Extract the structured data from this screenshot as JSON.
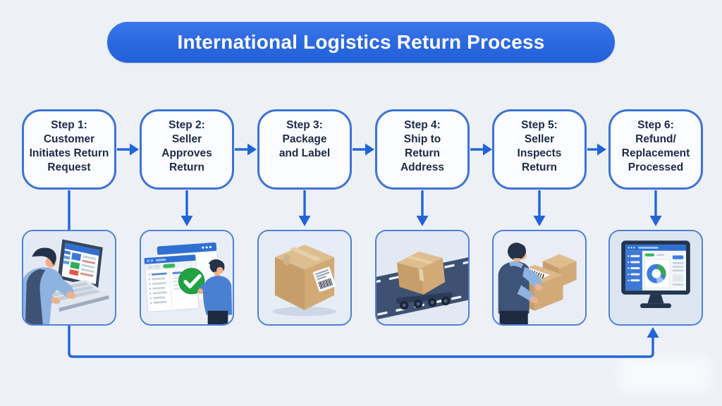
{
  "title": "International Logistics Return Process",
  "colors": {
    "accent_blue": "#2b68e0",
    "connector_blue": "#2264d9",
    "box_border_blue": "#3c73d6",
    "text_navy": "#1d2a47",
    "background": "#edf1f6",
    "success_green": "#21a342",
    "carton_tan": "#debd90"
  },
  "steps": [
    {
      "id": 1,
      "label": "Step 1:\nCustomer\nInitiates Return\nRequest",
      "illustration": "customer-initiates-return-illustration"
    },
    {
      "id": 2,
      "label": "Step 2:\nSeller\nApproves\nReturn",
      "illustration": "seller-approves-return-illustration"
    },
    {
      "id": 3,
      "label": "Step 3:\nPackage\nand Label",
      "illustration": "package-and-label-illustration"
    },
    {
      "id": 4,
      "label": "Step 4:\nShip to\nReturn\nAddress",
      "illustration": "ship-to-return-address-illustration"
    },
    {
      "id": 5,
      "label": "Step 5:\nSeller\nInspects\nReturn",
      "illustration": "seller-inspects-return-illustration"
    },
    {
      "id": 6,
      "label": "Step 6:\nRefund/\nReplacement\nProcessed",
      "illustration": "refund-replacement-processed-illustration"
    }
  ],
  "connectors": {
    "forward_arrows": [
      "step1-to-step2",
      "step2-to-step3",
      "step3-to-step4",
      "step4-to-step5",
      "step5-to-step6"
    ],
    "down_arrows": [
      "step2-illustration",
      "step3-illustration",
      "step4-illustration",
      "step5-illustration",
      "step6-illustration"
    ],
    "feedback_loop": "illustration1-to-illustration6"
  }
}
